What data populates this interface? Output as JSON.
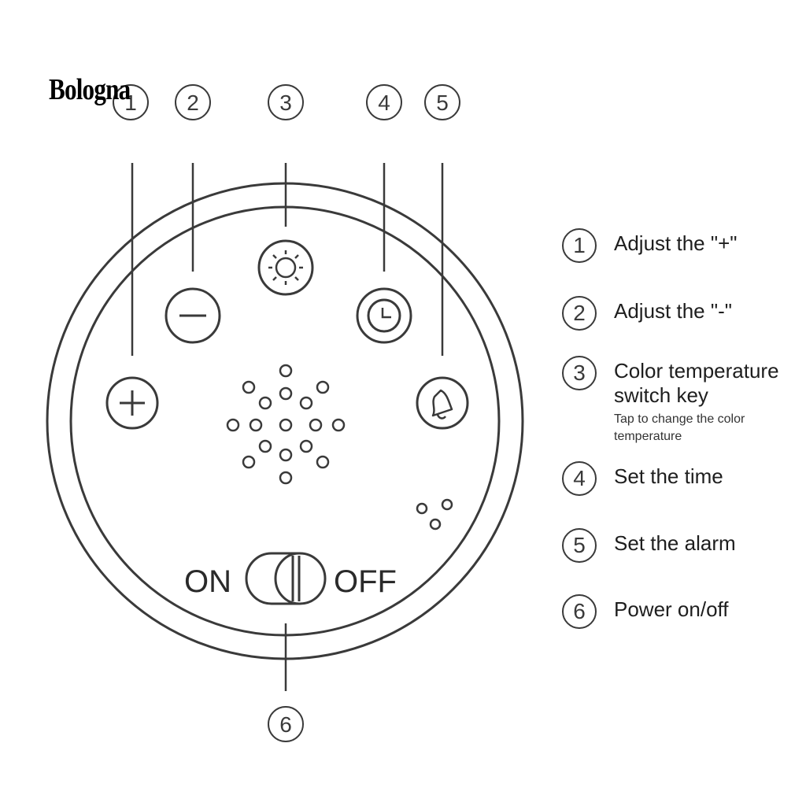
{
  "watermark": "Bologna",
  "callouts": {
    "c1": "1",
    "c2": "2",
    "c3": "3",
    "c4": "4",
    "c5": "5",
    "c6": "6"
  },
  "switch": {
    "on_label": "ON",
    "off_label": "OFF"
  },
  "legend": {
    "items": [
      {
        "num": "1",
        "text": "Adjust the \"+\""
      },
      {
        "num": "2",
        "text": "Adjust the \"-\""
      },
      {
        "num": "3",
        "text_line1": "Color temperature",
        "text_line2": "switch key",
        "sub_line1": "Tap to change the color",
        "sub_line2": "temperature"
      },
      {
        "num": "4",
        "text": "Set the time"
      },
      {
        "num": "5",
        "text": "Set the alarm"
      },
      {
        "num": "6",
        "text": "Power on/off"
      }
    ]
  },
  "colors": {
    "stroke": "#3a3a3a",
    "background": "#ffffff"
  },
  "icons": [
    "plus-icon",
    "minus-icon",
    "sun-icon",
    "clock-icon",
    "bell-icon",
    "speaker-grille",
    "power-switch-icon"
  ]
}
